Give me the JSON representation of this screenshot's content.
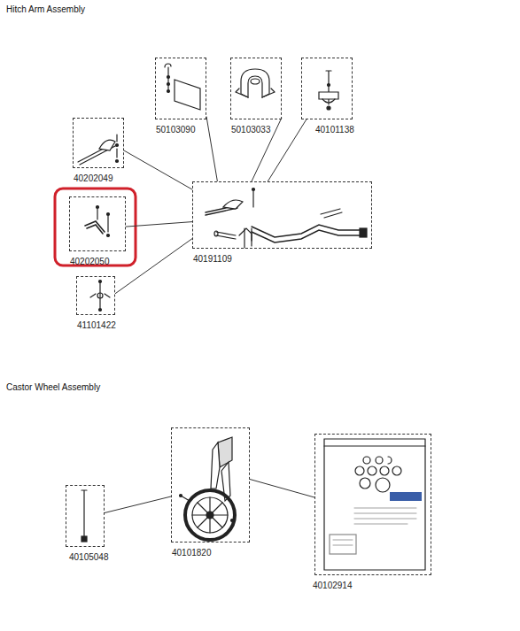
{
  "diagram": {
    "nodes": [
      {
        "text": [
          "50103090"
        ]
      },
      {
        "text": [
          "50103033"
        ]
      },
      {
        "text": [
          "40101138"
        ]
      },
      {
        "text": [
          "40202049"
        ]
      },
      {
        "text": [
          "40202050"
        ]
      },
      {
        "text": [
          "40191109"
        ]
      },
      {
        "text": [
          "41101422"
        ]
      },
      {
        "text": [
          "40101820"
        ]
      },
      {
        "text": [
          "40102914"
        ]
      },
      {
        "text": [
          "40105048"
        ]
      }
    ],
    "edges": [
      {
        "from": 0,
        "to": 5,
        "arrow": "none"
      },
      {
        "from": 1,
        "to": 5,
        "arrow": "none"
      },
      {
        "from": 2,
        "to": 5,
        "arrow": "none"
      },
      {
        "from": 3,
        "to": 5,
        "arrow": "none"
      },
      {
        "from": 4,
        "to": 5,
        "arrow": "none"
      },
      {
        "from": 6,
        "to": 5,
        "arrow": "none"
      },
      {
        "from": 9,
        "to": 7,
        "arrow": "none"
      },
      {
        "from": 7,
        "to": 8,
        "arrow": "none"
      }
    ],
    "labels": [
      "Hitch Arm Assembly",
      "Castor Wheel Assembly"
    ]
  }
}
